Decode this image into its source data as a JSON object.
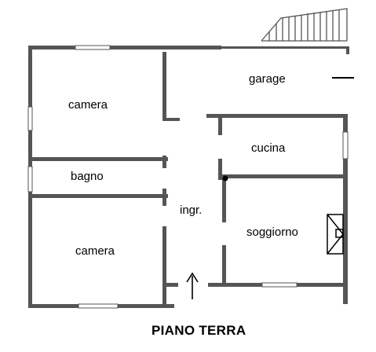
{
  "title": "PIANO TERRA",
  "rooms": {
    "camera_top": "camera",
    "bagno": "bagno",
    "camera_bottom": "camera",
    "ingresso": "ingr.",
    "garage": "garage",
    "cucina": "cucina",
    "soggiorno": "soggiorno"
  },
  "icons": {
    "entrance": "up-arrow-icon",
    "stairs": "stairs-icon",
    "fireplace": "fireplace-icon"
  },
  "colors": {
    "wall": "#555555",
    "line": "#000000",
    "background": "#ffffff"
  }
}
